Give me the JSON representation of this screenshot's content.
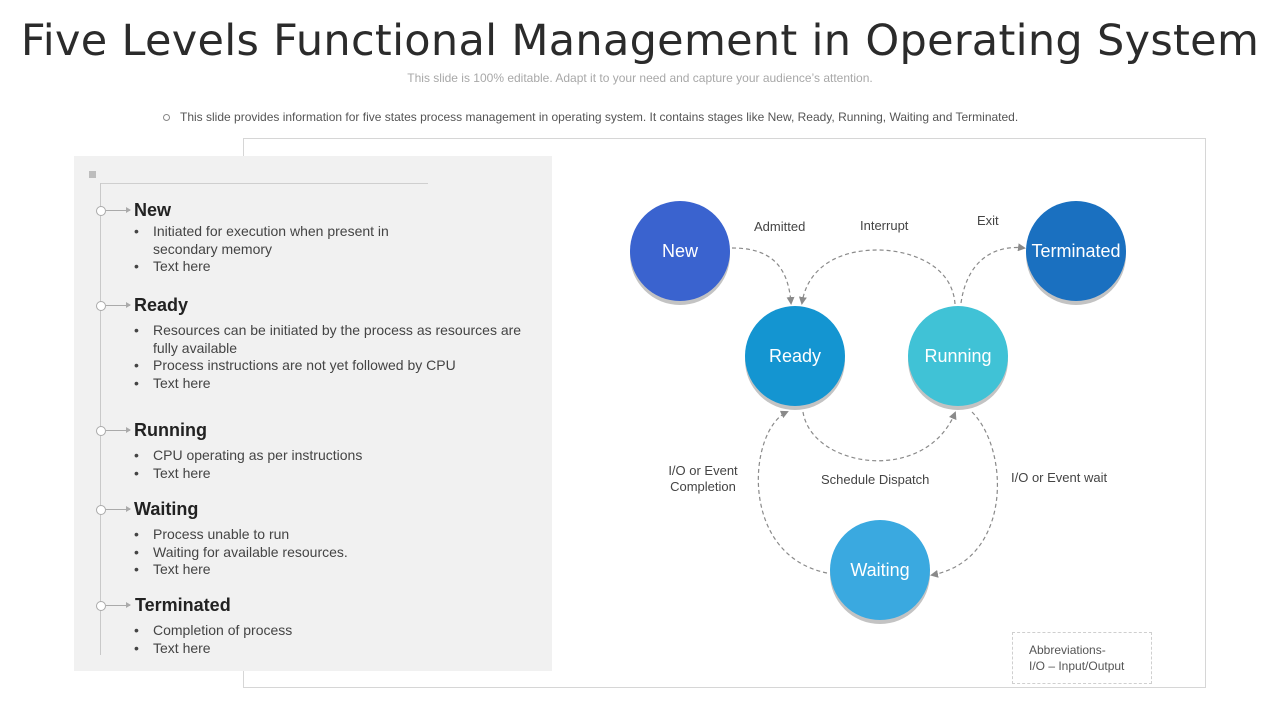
{
  "title": "Five Levels Functional Management in Operating System",
  "subtitle": "This slide is 100% editable. Adapt it to your need and capture your audience’s attention.",
  "description": "This slide provides  information for five states process management  in operating system. It contains stages like New,  Ready,  Running,  Waiting and Terminated.",
  "states_list": [
    {
      "heading": "New",
      "bullets": [
        "Initiated for execution when present in secondary memory",
        "Text here"
      ]
    },
    {
      "heading": "Ready",
      "bullets": [
        "Resources can be initiated by the process as resources are fully available",
        "Process instructions are not yet followed by CPU",
        "Text here"
      ]
    },
    {
      "heading": "Running",
      "bullets": [
        "CPU operating as per instructions",
        "Text here"
      ]
    },
    {
      "heading": "Waiting",
      "bullets": [
        "Process unable to run",
        "Waiting for available resources.",
        "Text here"
      ]
    },
    {
      "heading": "Terminated",
      "bullets": [
        "Completion of process",
        "Text here"
      ]
    }
  ],
  "diagram": {
    "nodes": {
      "new": {
        "label": "New",
        "color": "#3a63cf"
      },
      "ready": {
        "label": "Ready",
        "color": "#1495d1"
      },
      "running": {
        "label": "Running",
        "color": "#40c2d6"
      },
      "terminated": {
        "label": "Terminated",
        "color": "#1a70c0"
      },
      "waiting": {
        "label": "Waiting",
        "color": "#3aa9e0"
      }
    },
    "edges": {
      "admitted": "Admitted",
      "interrupt": "Interrupt",
      "exit": "Exit",
      "io_completion": "I/O or Event Completion",
      "schedule_dispatch": "Schedule Dispatch",
      "io_wait": "I/O or Event wait"
    }
  },
  "abbreviations": {
    "title": "Abbreviations-",
    "text": "I/O – Input/Output"
  },
  "colors": {
    "panel_bg": "#f1f1f1",
    "dashed_arrow": "#8a8a8a"
  }
}
